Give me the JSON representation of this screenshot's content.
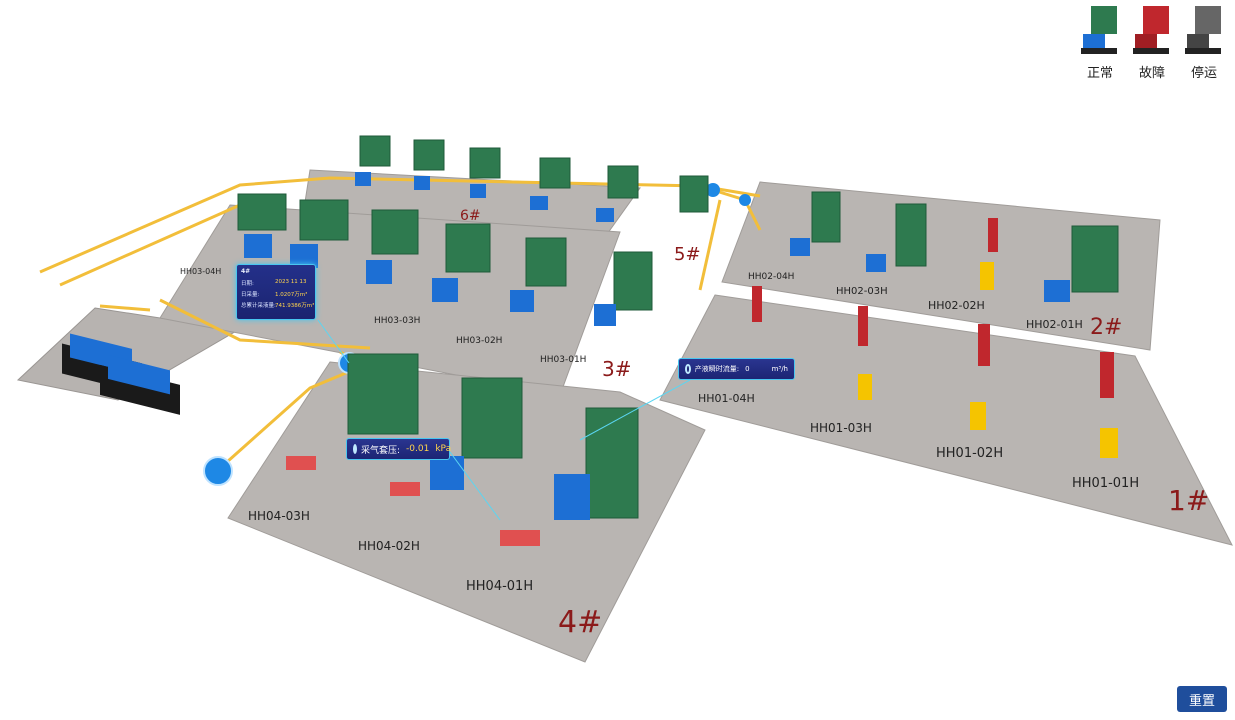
{
  "legend": [
    {
      "label": "正常",
      "color": "#2e7a4f"
    },
    {
      "label": "故障",
      "color": "#c0272d"
    },
    {
      "label": "停运",
      "color": "#555555"
    }
  ],
  "stations": [
    {
      "id": "1#",
      "wells": [
        "HH01-04H",
        "HH01-03H",
        "HH01-02H",
        "HH01-01H"
      ]
    },
    {
      "id": "2#",
      "wells": [
        "HH02-04H",
        "HH02-03H",
        "HH02-02H",
        "HH02-01H"
      ]
    },
    {
      "id": "3#",
      "wells": [
        "HH03-04H",
        "HH03-03H",
        "HH03-02H",
        "HH03-01H"
      ]
    },
    {
      "id": "4#",
      "wells": [
        "HH04-03H",
        "HH04-02H",
        "HH04-01H"
      ]
    },
    {
      "id": "5#",
      "wells": []
    },
    {
      "id": "6#",
      "wells": []
    }
  ],
  "info_panel": {
    "title": "4#",
    "rows": [
      {
        "label": "日期:",
        "value": "2023 11 13"
      },
      {
        "label": "日采量:",
        "value": "1.0207万m³"
      },
      {
        "label": "总累计采液量:",
        "value": "741.9386万m³"
      }
    ]
  },
  "tag_pressure": {
    "label": "采气套压:",
    "value": "-0.01",
    "unit": "kPa"
  },
  "tag_flow": {
    "label": "产液瞬时流量:",
    "value": "0",
    "unit": "m³/h"
  },
  "reset_label": "重置"
}
